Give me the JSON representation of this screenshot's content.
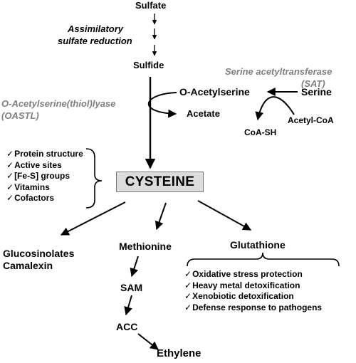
{
  "nodes": {
    "sulfate": "Sulfate",
    "assimilatory": "Assimilatory",
    "sulfate_reduction": "sulfate reduction",
    "sulfide": "Sulfide",
    "oastl_line1": "O-Acetylserine(thiol)lyase",
    "oastl_line2": "(OASTL)",
    "o_acetylserine": "O-Acetylserine",
    "acetate": "Acetate",
    "sat_line1": "Serine acetyltransferase",
    "sat_line2": "(SAT)",
    "serine": "Serine",
    "acetyl_coa": "Acetyl-CoA",
    "coa_sh": "CoA-SH",
    "cysteine": "CYSTEINE",
    "glucosinolates": "Glucosinolates",
    "camalexin": "Camalexin",
    "methionine": "Methionine",
    "sam": "SAM",
    "acc": "ACC",
    "ethylene": "Ethylene",
    "glutathione": "Glutathione"
  },
  "cysteine_roles": [
    "Protein structure",
    "Active sites",
    "[Fe-S] groups",
    "Vitamins",
    "Cofactors"
  ],
  "glutathione_roles": [
    "Oxidative stress protection",
    "Heavy metal detoxification",
    "Xenobiotic detoxification",
    "Defense response to pathogens"
  ],
  "colors": {
    "enzyme_label": "#7f7f7f",
    "cysteine_box": "#dcdcdc"
  }
}
